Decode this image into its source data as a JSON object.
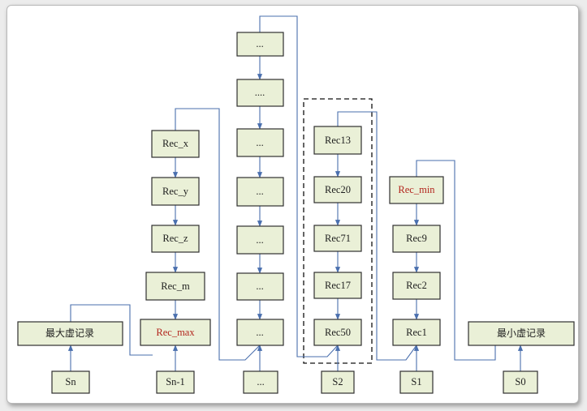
{
  "colors": {
    "box_fill": "#eaf0d7",
    "box_border": "#2f2f2f",
    "arrow": "#4a6fae",
    "highlight_text": "#b3261e"
  },
  "columns": {
    "left": {
      "top": "最大虚记录",
      "bottom": "Sn"
    },
    "rec_column_1": {
      "items": [
        "Rec_x",
        "Rec_y",
        "Rec_z",
        "Rec_m",
        "Rec_max"
      ],
      "bottom": "Sn-1"
    },
    "dots_column": {
      "items": [
        "...",
        "....",
        "...",
        "...",
        "...",
        "...",
        "..."
      ],
      "bottom": "..."
    },
    "rec_column_2": {
      "items": [
        "Rec13",
        "Rec20",
        "Rec71",
        "Rec17",
        "Rec50"
      ],
      "bottom": "S2"
    },
    "rec_column_3": {
      "items": [
        "Rec_min",
        "Rec9",
        "Rec2",
        "Rec1"
      ],
      "bottom": "S1"
    },
    "right": {
      "top": "最小虚记录",
      "bottom": "S0"
    }
  }
}
